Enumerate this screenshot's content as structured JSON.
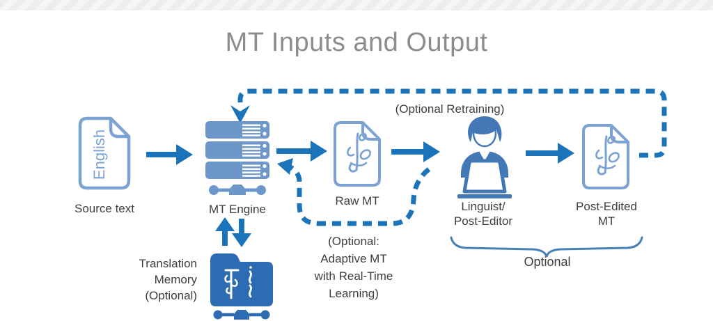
{
  "title": "MT Inputs and Output",
  "nodes": {
    "source_doc": {
      "doc_label": "English",
      "caption": "Source text"
    },
    "mt_engine": {
      "caption": "MT Engine"
    },
    "raw_mt": {
      "caption": "Raw MT"
    },
    "linguist": {
      "caption_lines": [
        "Linguist/",
        "Post-Editor"
      ]
    },
    "post_edited": {
      "caption_lines": [
        "Post-Edited",
        "MT"
      ]
    },
    "translation_memory": {
      "caption_lines": [
        "Translation",
        "Memory",
        "(Optional)"
      ]
    }
  },
  "annotations": {
    "retraining": "(Optional Retraining)",
    "adaptive_lines": [
      "(Optional:",
      "Adaptive MT",
      "with Real-Time",
      "Learning)"
    ],
    "brace_label": "Optional"
  },
  "icons": [
    "document-icon",
    "server-stack-icon",
    "network-node-icon",
    "person-at-laptop-icon",
    "folder-icon",
    "arrow-icon",
    "dashed-loop-icon",
    "brace-icon"
  ],
  "colors": {
    "arrow_blue": "#1b73b9",
    "icon_blue_medium": "#6e97c9",
    "icon_blue_light": "#7ca2d3",
    "icon_blue_dark": "#2d6cb3",
    "person_blue": "#4378b6",
    "brace_blue": "#4a80b8",
    "text_dark": "#3e3e3e",
    "title_gray": "#8c8c8c",
    "band_gray": "#ededed"
  }
}
